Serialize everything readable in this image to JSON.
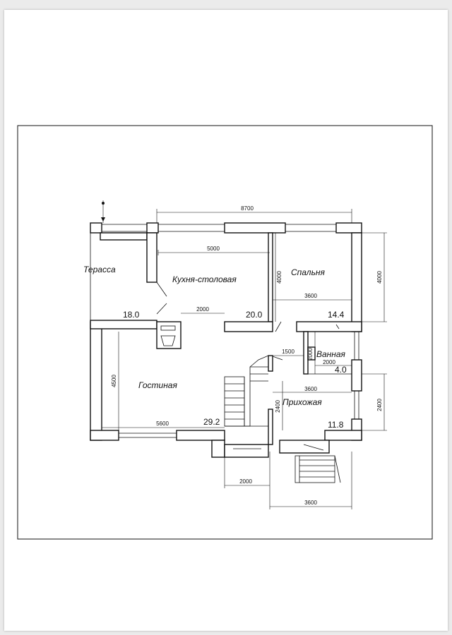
{
  "plan": {
    "rooms": [
      {
        "id": "terrace",
        "name": "Терасса",
        "area": "18.0"
      },
      {
        "id": "kitchen",
        "name": "Кухня-столовая",
        "area": "20.0"
      },
      {
        "id": "bedroom",
        "name": "Спальня",
        "area": "14.4"
      },
      {
        "id": "bathroom",
        "name": "Ванная",
        "area": "4.0"
      },
      {
        "id": "living",
        "name": "Гостиная",
        "area": "29.2"
      },
      {
        "id": "hall",
        "name": "Прихожая",
        "area": "11.8"
      }
    ],
    "dimensions": {
      "total_width": "8700",
      "kitchen_width": "5000",
      "kitchen_depth": "4000",
      "bedroom_width": "3600",
      "bedroom_depth": "4000",
      "corridor_width": "2000",
      "bath_width": "1500",
      "bath_depth": "2000",
      "bath_width2": "2000",
      "hall_width": "3600",
      "hall_depth": "2400",
      "hall_depth_outer": "2400",
      "living_depth": "4500",
      "living_width": "5600",
      "porch_width": "2000",
      "bottom_width": "3600"
    }
  }
}
